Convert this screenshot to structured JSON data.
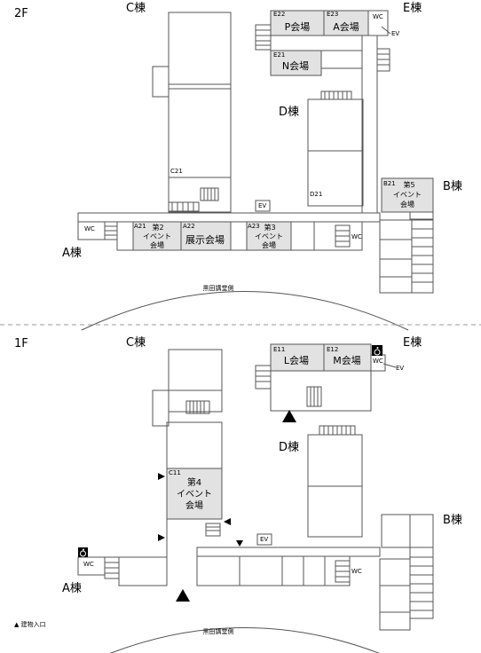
{
  "colors": {
    "venue_fill": "#e2e2e2",
    "line": "#555555",
    "dash": "#999999"
  },
  "floor2": {
    "floor_label": "2F",
    "buildings": {
      "c": "C棟",
      "e": "E棟",
      "d": "D棟",
      "a": "A棟",
      "b": "B棟"
    },
    "rooms": {
      "e22_code": "E22",
      "e22_name": "P会場",
      "e23_code": "E23",
      "e23_name": "A会場",
      "e21_code": "E21",
      "e21_name": "N会場",
      "b21_code": "B21",
      "b21_l1": "第5",
      "b21_l2": "イベント",
      "b21_l3": "会場",
      "a21_code": "A21",
      "a21_l1": "第2",
      "a21_l2": "イベント",
      "a21_l3": "会場",
      "a22_code": "A22",
      "a22_name": "展示会場",
      "a23_code": "A23",
      "a23_l1": "第3",
      "a23_l2": "イベント",
      "a23_l3": "会場",
      "c21_code": "C21",
      "d21_code": "D21"
    },
    "wc": "WC",
    "ev": "EV",
    "hall": "黒田講堂側"
  },
  "floor1": {
    "floor_label": "1F",
    "buildings": {
      "c": "C棟",
      "e": "E棟",
      "d": "D棟",
      "a": "A棟",
      "b": "B棟"
    },
    "rooms": {
      "e11_code": "E11",
      "e11_name": "L会場",
      "e12_code": "E12",
      "e12_name": "M会場",
      "c11_code": "C11",
      "c11_l1": "第4",
      "c11_l2": "イベント",
      "c11_l3": "会場"
    },
    "wc": "WC",
    "ev": "EV",
    "hall": "黒田講堂側",
    "legend": "▲ 建物入口",
    "accessible_icon": "wheelchair-icon"
  }
}
